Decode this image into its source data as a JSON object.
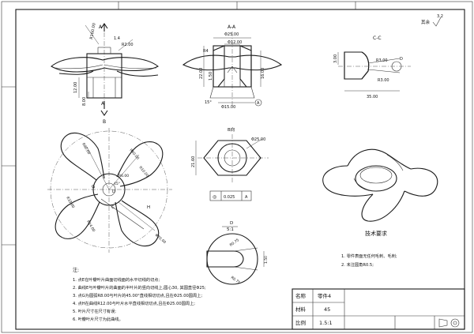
{
  "drawing": {
    "corner_note": "其余",
    "roughness": "3.2",
    "views": {
      "section_aa": {
        "title": "A-A",
        "dims": {
          "d25": "Φ25.00",
          "d12": "Φ12.00",
          "h22": "22.00",
          "h16": "16.00",
          "h150": "1.50",
          "d15": "Φ15.00",
          "angle": "15°",
          "r": "R4"
        },
        "datum": "A"
      },
      "section_cc": {
        "title": "C-C",
        "dims": {
          "r3a": "R3.00",
          "r3b": "R3.00",
          "w": "35.00",
          "h": "3.00",
          "t": "D"
        }
      },
      "side_view": {
        "labels": {
          "a": "A",
          "b": "B",
          "h12": "12.00",
          "h8": "8.00",
          "r160": "R160.00",
          "r20": "R2.00",
          "r14": "1.4"
        }
      },
      "hex_view": {
        "title": "B向",
        "dims": {
          "d25": "Φ25.00",
          "h": "21.60"
        },
        "tolerance": {
          "symbol": "◎",
          "value": "0.025",
          "datum": "A"
        }
      },
      "front_view": {
        "labels": {
          "c": "C",
          "h": "H",
          "d": "D",
          "g": "G",
          "angle": "45°"
        },
        "dims": {
          "r80": "R80.00",
          "r40": "R40.00",
          "r10": "R10.00",
          "r6": "R6.00",
          "d70": "Φ70.00",
          "r33": "R33.00",
          "r14": "R14.00"
        }
      },
      "detail_d": {
        "title": "D",
        "scale": "5:1",
        "dims": {
          "a": "R0.75",
          "b": "R0.75",
          "t": "1.50"
        }
      },
      "iso_view": {}
    },
    "tech_req": {
      "title": "技术要求",
      "items": [
        "1. 零件表面无任何毛刺、毛刺;",
        "2. 未注圆角R0.5;"
      ]
    },
    "notes": {
      "heading": "注:",
      "items": [
        "1. 点E在叶瓣叶片曲面切线面的水平切线的切点;",
        "2. 曲线E与叶瓣叶片的曲面的半叶片的竖向切线上,圆心30, 其圆直径Φ25;",
        "3. 点G为圆弧R8.00与叶片的45.00°直线相切切点,且在Φ25.00圆周上;",
        "4. 点H在曲线R12.00与叶片水平直线相切切点,且在Φ25.00圆周上;",
        "5. 叶片尺寸在尺寸有误;",
        "6. 叶瓣叶片尺寸为此曲线。"
      ]
    },
    "title_block": {
      "name_label": "名称",
      "name_value": "零件4",
      "material_label": "材料",
      "material_value": "45",
      "scale_label": "比例",
      "scale_value": "1.5:1"
    }
  }
}
